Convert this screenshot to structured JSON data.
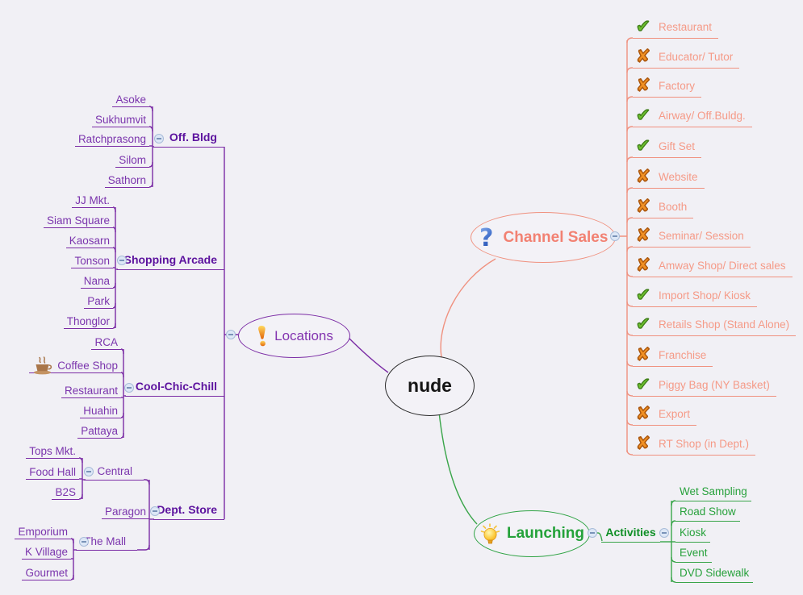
{
  "canvas": {
    "background": "#f1f0f5"
  },
  "root": {
    "label": "nude"
  },
  "channel_sales": {
    "label": "Channel Sales",
    "icon": "question-mark-icon",
    "color": "#f0917f",
    "items": [
      {
        "label": "Restaurant",
        "status": "check"
      },
      {
        "label": "Educator/ Tutor",
        "status": "cross"
      },
      {
        "label": "Factory",
        "status": "cross"
      },
      {
        "label": "Airway/ Off.Buldg.",
        "status": "check"
      },
      {
        "label": "Gift Set",
        "status": "check"
      },
      {
        "label": "Website",
        "status": "cross"
      },
      {
        "label": "Booth",
        "status": "cross"
      },
      {
        "label": "Seminar/ Session",
        "status": "cross"
      },
      {
        "label": "Amway Shop/ Direct sales",
        "status": "cross"
      },
      {
        "label": "Import Shop/ Kiosk",
        "status": "check"
      },
      {
        "label": "Retails Shop (Stand Alone)",
        "status": "check"
      },
      {
        "label": "Franchise",
        "status": "cross"
      },
      {
        "label": "Piggy Bag (NY Basket)",
        "status": "check"
      },
      {
        "label": "Export",
        "status": "cross"
      },
      {
        "label": "RT Shop (in Dept.)",
        "status": "cross"
      }
    ]
  },
  "locations": {
    "label": "Locations",
    "icon": "exclamation-icon",
    "color": "#7b2ca5",
    "groups": [
      {
        "label": "Off. Bldg",
        "children": [
          "Asoke",
          "Sukhumvit",
          "Ratchprasong",
          "Silom",
          "Sathorn"
        ]
      },
      {
        "label": "Shopping Arcade",
        "children": [
          "JJ Mkt.",
          "Siam Square",
          "Kaosarn",
          "Tonson",
          "Nana",
          "Park",
          "Thonglor"
        ]
      },
      {
        "label": "Cool-Chic-Chill",
        "children": [
          "RCA",
          "Coffee Shop",
          "Restaurant",
          "Huahin",
          "Pattaya"
        ]
      },
      {
        "label": "Dept. Store",
        "subgroups": [
          {
            "label": "Central",
            "children": [
              "Tops Mkt.",
              "Food Hall",
              "B2S"
            ]
          },
          {
            "label": "Paragon"
          },
          {
            "label": "The Mall",
            "children": [
              "Emporium",
              "K Village",
              "Gourmet"
            ]
          }
        ]
      }
    ]
  },
  "launching": {
    "label": "Launching",
    "icon": "lightbulb-icon",
    "color": "#3aa54a",
    "activities": {
      "label": "Activities",
      "children": [
        "Wet Sampling",
        "Road Show",
        "Kiosk",
        "Event",
        "DVD Sidewalk"
      ]
    }
  }
}
